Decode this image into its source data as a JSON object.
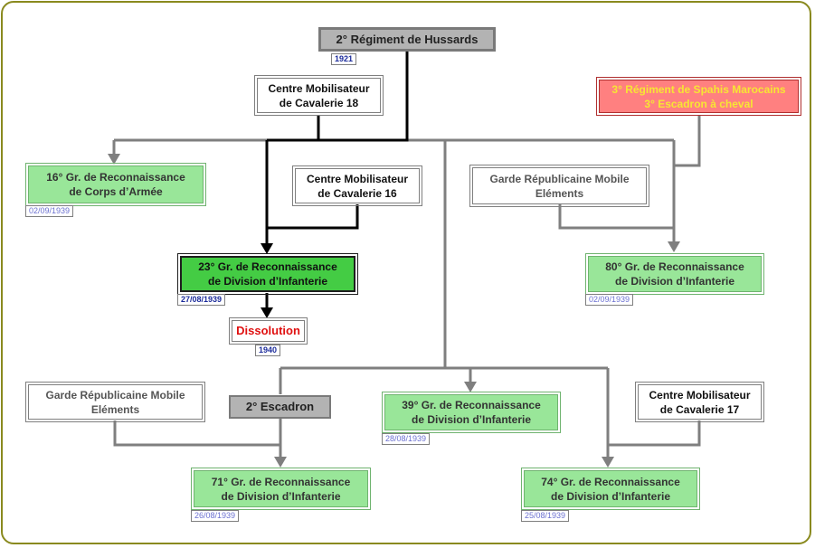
{
  "nodes": {
    "hussards": {
      "label": "2° Régiment de Hussards",
      "date": "1921"
    },
    "cm18": {
      "line1": "Centre Mobilisateur",
      "line2": "de Cavalerie 18"
    },
    "spahis": {
      "line1": "3° Régiment de Spahis Marocains",
      "line2": "3° Escadron à cheval"
    },
    "gr16": {
      "line1": "16° Gr. de Reconnaissance",
      "line2": "de Corps d’Armée",
      "date": "02/09/1939"
    },
    "cm16": {
      "line1": "Centre Mobilisateur",
      "line2": "de Cavalerie 16"
    },
    "garde1": {
      "line1": "Garde Républicaine Mobile",
      "line2": "Eléments"
    },
    "gr23": {
      "line1": "23° Gr. de Reconnaissance",
      "line2": "de Division d’Infanterie",
      "date": "27/08/1939"
    },
    "gr80": {
      "line1": "80° Gr. de Reconnaissance",
      "line2": "de Division d’Infanterie",
      "date": "02/09/1939"
    },
    "dissolution": {
      "label": "Dissolution",
      "date": "1940"
    },
    "garde2": {
      "line1": "Garde Républicaine Mobile",
      "line2": "Eléments"
    },
    "escadron2": {
      "label": "2° Escadron"
    },
    "gr39": {
      "line1": "39° Gr. de Reconnaissance",
      "line2": "de Division d’Infanterie",
      "date": "28/08/1939"
    },
    "cm17": {
      "line1": "Centre Mobilisateur",
      "line2": "de Cavalerie 17"
    },
    "gr71": {
      "line1": "71° Gr. de Reconnaissance",
      "line2": "de Division d’Infanterie",
      "date": "26/08/1939"
    },
    "gr74": {
      "line1": "74° Gr. de Reconnaissance",
      "line2": "de Division d’Infanterie",
      "date": "25/08/1939"
    }
  },
  "colors": {
    "frame": "#8a8a1f",
    "wire_main": "#000000",
    "wire_secondary": "#7f7f7f",
    "green_node": "#99e699",
    "green_highlight": "#44cc44",
    "red_node": "#ff8080",
    "date_text": "#1a2a9a"
  }
}
